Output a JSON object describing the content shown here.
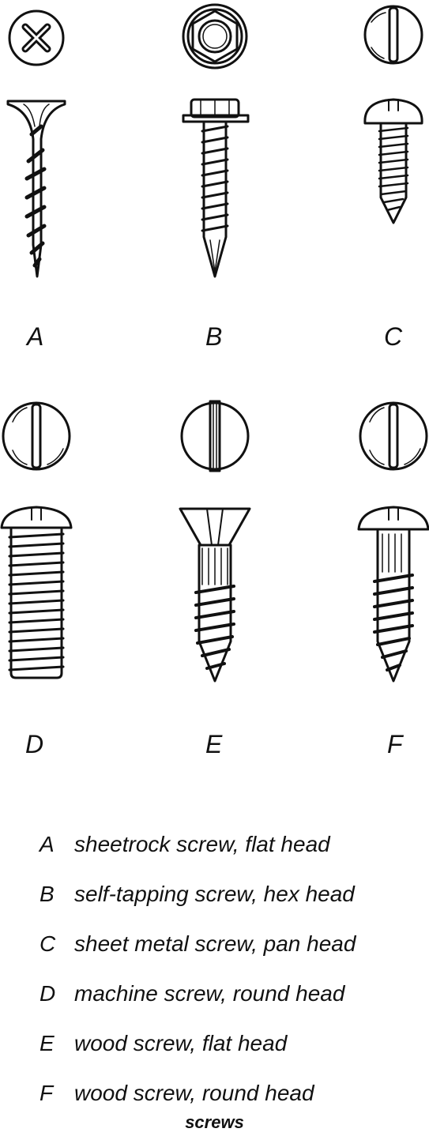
{
  "figure": {
    "caption": "screws",
    "screws": [
      {
        "letter": "A",
        "description": "sheetrock screw, flat head",
        "head_icon": "phillips-head-icon"
      },
      {
        "letter": "B",
        "description": "self-tapping screw, hex head",
        "head_icon": "hex-head-icon"
      },
      {
        "letter": "C",
        "description": "sheet metal screw, pan head",
        "head_icon": "slotted-head-icon"
      },
      {
        "letter": "D",
        "description": "machine screw, round head",
        "head_icon": "slotted-head-icon"
      },
      {
        "letter": "E",
        "description": "wood screw, flat head",
        "head_icon": "slotted-head-icon"
      },
      {
        "letter": "F",
        "description": "wood screw, round head",
        "head_icon": "slotted-head-icon"
      }
    ]
  }
}
